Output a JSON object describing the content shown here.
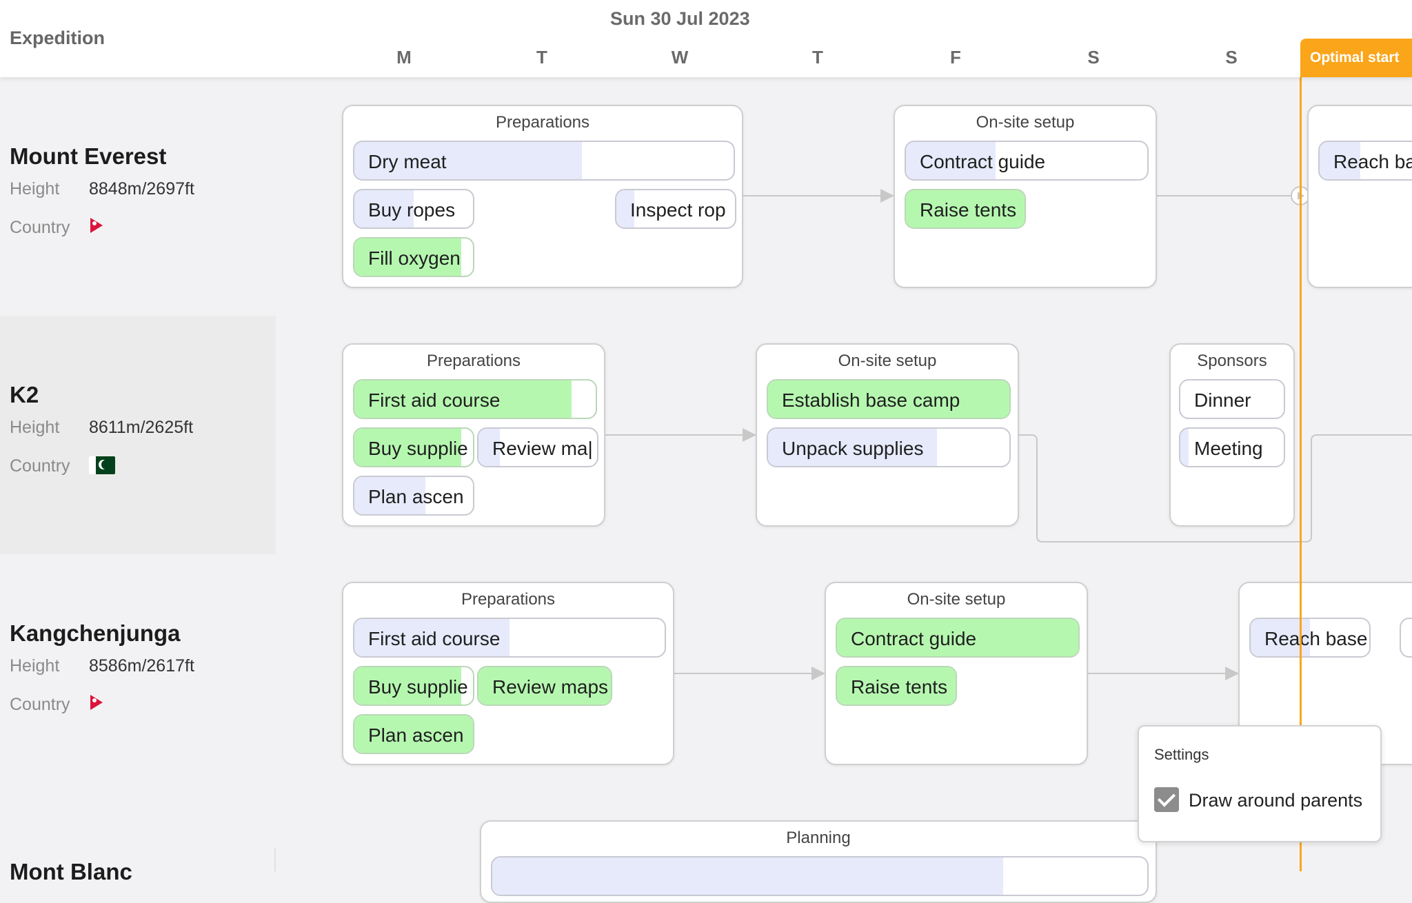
{
  "header": {
    "expedition_label": "Expedition",
    "week_label": "Sun 30 Jul 2023",
    "days": [
      "M",
      "T",
      "W",
      "T",
      "F",
      "S",
      "S"
    ],
    "optimal_start": "Optimal start"
  },
  "colors": {
    "accent": "#fba51a",
    "progress_blue": "#e6eafb",
    "progress_green": "#b6f7b0",
    "selected_row": "#ebebeb"
  },
  "labels": {
    "height": "Height",
    "country": "Country"
  },
  "expeditions": [
    {
      "name": "Mount Everest",
      "height": "8848m/2697ft",
      "country_flag": "nepal-flag-icon",
      "groups": [
        {
          "title": "Preparations",
          "tasks": [
            {
              "label": "Dry meat",
              "progress": 0.6,
              "color": "blue"
            },
            {
              "label": "Buy ropes",
              "progress": 0.5,
              "color": "blue"
            },
            {
              "label": "Inspect rop",
              "progress": 0.15,
              "color": "blue"
            },
            {
              "label": "Fill oxygen",
              "progress": 0.9,
              "color": "green"
            }
          ]
        },
        {
          "title": "On-site setup",
          "tasks": [
            {
              "label": "Contract guide",
              "progress": 0.37,
              "color": "blue"
            },
            {
              "label": "Raise tents",
              "progress": 1.0,
              "color": "green"
            }
          ]
        },
        {
          "title": "",
          "tasks": [
            {
              "label": "Reach ba",
              "progress": 0.3,
              "color": "blue"
            }
          ]
        }
      ]
    },
    {
      "name": "K2",
      "height": "8611m/2625ft",
      "country_flag": "pakistan-flag-icon",
      "groups": [
        {
          "title": "Preparations",
          "tasks": [
            {
              "label": "First aid course",
              "progress": 0.9,
              "color": "green"
            },
            {
              "label": "Buy supplie",
              "progress": 0.9,
              "color": "green"
            },
            {
              "label": "Review ma|",
              "progress": 0.18,
              "color": "blue"
            },
            {
              "label": "Plan ascen",
              "progress": 0.6,
              "color": "blue"
            }
          ]
        },
        {
          "title": "On-site setup",
          "tasks": [
            {
              "label": "Establish base camp",
              "progress": 1.0,
              "color": "green"
            },
            {
              "label": "Unpack supplies",
              "progress": 0.7,
              "color": "blue"
            }
          ]
        },
        {
          "title": "Sponsors",
          "tasks": [
            {
              "label": "Dinner",
              "progress": 0.0,
              "color": "blue"
            },
            {
              "label": "Meeting",
              "progress": 0.08,
              "color": "blue"
            }
          ]
        }
      ]
    },
    {
      "name": "Kangchenjunga",
      "height": "8586m/2617ft",
      "country_flag": "nepal-flag-icon",
      "groups": [
        {
          "title": "Preparations",
          "tasks": [
            {
              "label": "First aid course",
              "progress": 0.5,
              "color": "blue"
            },
            {
              "label": "Buy supplie",
              "progress": 0.9,
              "color": "green"
            },
            {
              "label": "Review maps",
              "progress": 1.0,
              "color": "green"
            },
            {
              "label": "Plan ascen",
              "progress": 1.0,
              "color": "green"
            }
          ]
        },
        {
          "title": "On-site setup",
          "tasks": [
            {
              "label": "Contract guide",
              "progress": 1.0,
              "color": "green"
            },
            {
              "label": "Raise tents",
              "progress": 1.0,
              "color": "green"
            }
          ]
        },
        {
          "title": "",
          "tasks": [
            {
              "label": "Reach base",
              "progress": 0.5,
              "color": "blue"
            }
          ]
        }
      ]
    },
    {
      "name": "Mont Blanc",
      "groups": [
        {
          "title": "Planning",
          "tasks": [
            {
              "label": "",
              "progress": 0.78,
              "color": "blue"
            }
          ]
        }
      ]
    }
  ],
  "settings": {
    "title": "Settings",
    "draw_around_parents_label": "Draw around parents",
    "draw_around_parents_checked": true
  }
}
